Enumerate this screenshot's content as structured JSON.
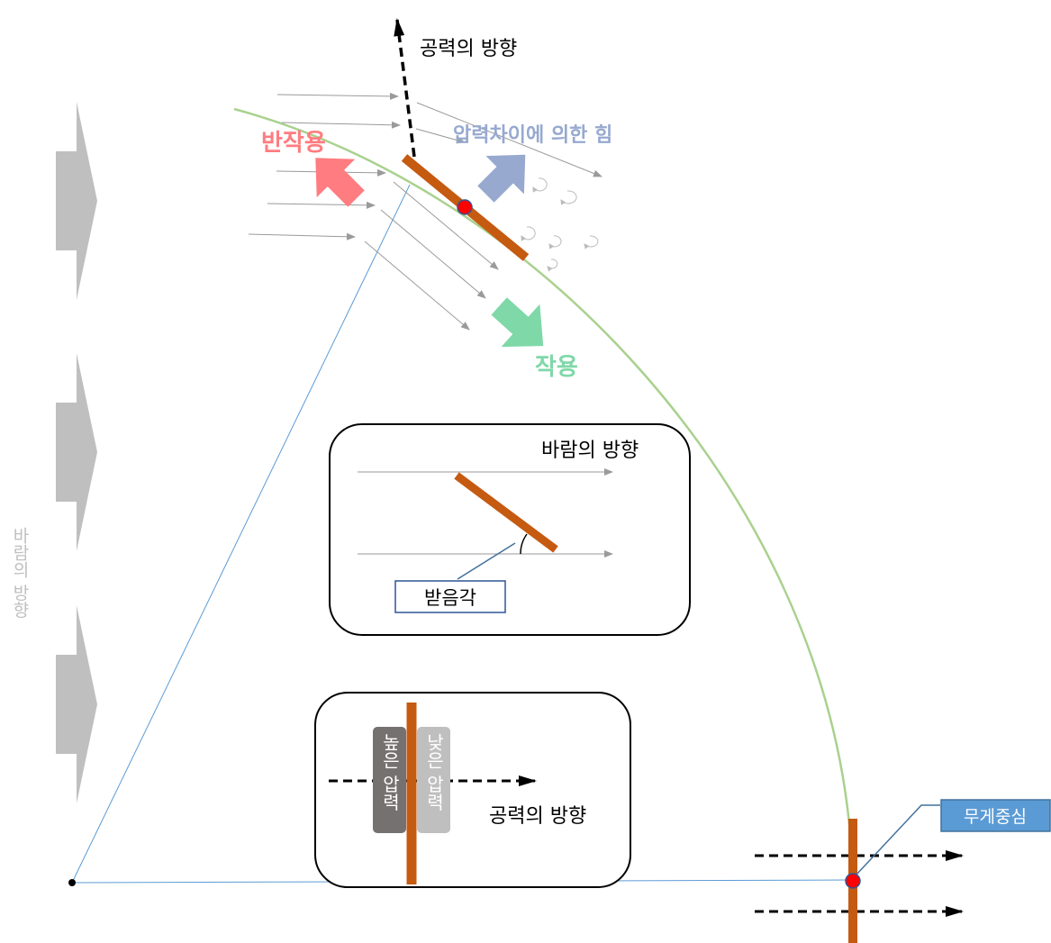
{
  "labels": {
    "lift_direction_top": "공력의 방향",
    "reaction": "반작용",
    "pressure_force": "압력차이에 의한 힘",
    "action": "작용",
    "wind_direction_side": "바람의 방향",
    "inset1_wind_direction": "바람의 방향",
    "attack_angle": "받음각",
    "high_pressure": "높은 압력",
    "low_pressure": "낮은 압력",
    "inset2_lift_direction": "공력의 방향",
    "center_of_mass": "무게중심"
  },
  "colors": {
    "plate": "#C55A11",
    "reaction": "#FF7C80",
    "action": "#7FD8A8",
    "pressure_force": "#97A9CF",
    "big_arrows": "#BFBFBF",
    "trajectory": "#A9D18E",
    "radius_lines": "#5B9BD5",
    "center_dot": "#FF0000",
    "center_label_bg": "#5B9BD5",
    "high_pressure_bg": "#767171",
    "low_pressure_bg": "#BFBFBF"
  }
}
